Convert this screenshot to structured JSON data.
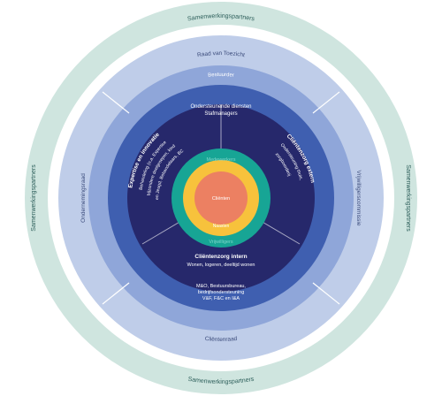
{
  "colors": {
    "partners_ring": "#cfe5df",
    "raad_ring": "#bfcde9",
    "bestuurder_ring": "#8fa6d9",
    "ondersteunend_ring": "#3f5fb0",
    "core_ring": "#26286b",
    "vrijwilligers_ring": "#17a595",
    "mantelzorg_ring": "#f7c23c",
    "client_circle": "#ec8062",
    "divider": "#ffffff",
    "text_light": "#ffffff",
    "text_dark": "#3a4a7a",
    "text_teal_dark": "#2c5e5a"
  },
  "labels": {
    "partners": "Samenwerkingspartners",
    "raad_van_toezicht": "Raad van Toezicht",
    "ondernemingsraad": "Ondernemingsraad",
    "vrijwilligerscommissie": "Vrijwilligerscommissie",
    "clientenraad": "Cliëntenraad",
    "bestuurder": "Bestuurder",
    "ondersteunend_line1": "Ondersteunende diensten",
    "ondersteunend_line2": "Stafmanagers",
    "expertise_title": "Expertise en innovatie",
    "expertise_line1": "Behandeling (o.a. Expertise",
    "expertise_line2": "bijzondere doelgroepen, kind",
    "expertise_line3": "en Jeugd, Behandelaars, BC",
    "clientenzorg_extern_title": "Cliëntenzorg extern",
    "clientenzorg_extern_line1": "Ondersteuning thuis,",
    "clientenzorg_extern_line2": "zorgboerderij",
    "clientenzorg_intern_title": "Cliëntenzorg intern",
    "clientenzorg_intern_line1": "Wonen, logeren, deeltijd wonen",
    "bottom_line1": "M&O, Bestuursbureau,",
    "bottom_line2": "bedrijfsondersteuning",
    "bottom_line3": "V&F, F&C en I&A",
    "medewerkers": "Medewerkers",
    "vrijwilligers": "Vrijwilligers",
    "mantelzorg": "Naasten",
    "client": "Cliënten"
  }
}
